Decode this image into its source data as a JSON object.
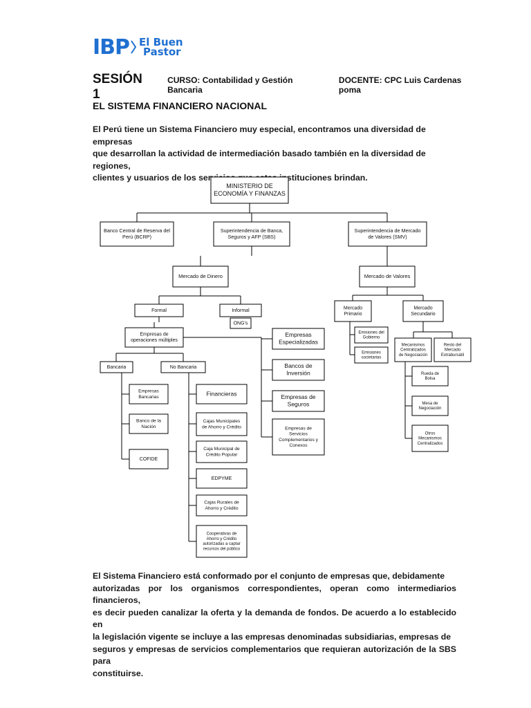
{
  "logo": {
    "brand": "IBP",
    "line1": "El Buen",
    "line2": "Pastor",
    "color": "#1f6fd0"
  },
  "header": {
    "session": "SESIÓN 1",
    "course": "CURSO: Contabilidad y Gestión Bancaria",
    "teacher": "DOCENTE: CPC Luis Cardenas poma"
  },
  "section_title": "EL SISTEMA FINANCIERO NACIONAL",
  "intro_lines": [
    "El Perú tiene un Sistema Financiero muy especial, encontramos una diversidad de empresas",
    "que desarrollan la actividad de intermediación basado también en la diversidad de regiones,",
    "clientes y usuarios de los servicios que estas instituciones brindan."
  ],
  "org": {
    "mef": [
      "MINISTERIO DE",
      "ECONOMÍA Y FINANZAS"
    ],
    "bcrp": [
      "Banco Central de Reserva del",
      "Perú (BCRP)"
    ],
    "sbs": [
      "Superintendencia de Banca,",
      "Seguros y AFP (SBS)"
    ],
    "smv": [
      "Superintendencia de Mercado",
      "de Valores (SMV)"
    ],
    "mercado_dinero": [
      "Mercado de Dinero"
    ],
    "mercado_valores": [
      "Mercado de Valores"
    ],
    "formal": [
      "Formal"
    ],
    "informal": [
      "Informal"
    ],
    "ong": [
      "ONG's"
    ],
    "primario": [
      "Mercado",
      "Primario"
    ],
    "secundario": [
      "Mercado",
      "Secundario"
    ],
    "emisiones_gob": [
      "Emisiones del",
      "Gobierno"
    ],
    "emisiones_soc": [
      "Emisiones",
      "societarias"
    ],
    "mecanismos": [
      "Mecanismos",
      "Centralizados",
      "de Negociación"
    ],
    "resto": [
      "Resto del",
      "Mercado",
      "Extrabursátil"
    ],
    "rueda": [
      "Rueda de",
      "Bolsa"
    ],
    "mesa": [
      "Mesa de",
      "Negociación"
    ],
    "otros_mec": [
      "Otros",
      "Mecanismos",
      "Centralizados"
    ],
    "op_multiples": [
      "Empresas de",
      "operaciones múltiples"
    ],
    "especializadas": [
      "Empresas",
      "Especializadas"
    ],
    "bancaria": [
      "Bancaria"
    ],
    "no_bancaria": [
      "No Bancaria"
    ],
    "emp_bancarias": [
      "Empresas",
      "Bancarias"
    ],
    "banco_nacion": [
      "Banco de la",
      "Nación"
    ],
    "cofide": [
      "COFIDE"
    ],
    "financieras": [
      "Financieras"
    ],
    "cajas_mun": [
      "Cajas Municipales",
      "de Ahorro y Crédito"
    ],
    "caja_mun_pop": [
      "Caja Municipal de",
      "Crédito Popular"
    ],
    "edpyme": [
      "EDPYME"
    ],
    "cajas_rurales": [
      "Cajas Rurales de",
      "Ahorro y Crédito"
    ],
    "cooperativas": [
      "Cooperativas de",
      "Ahorro y Crédito",
      "autorizadas a captar",
      "recursos del público"
    ],
    "bancos_inversion": [
      "Bancos de",
      "Inversión"
    ],
    "emp_seguros": [
      "Empresas de",
      "Seguros"
    ],
    "emp_servicios": [
      "Empresas de",
      "Servicios",
      "Complementarios y",
      "Conexos"
    ]
  },
  "closing_lines": [
    "El Sistema Financiero está conformado por el conjunto de empresas que, debidamente",
    "autorizadas por los organismos correspondientes, operan como intermediarios financieros,",
    "es decir pueden canalizar la oferta y la demanda de fondos. De acuerdo a lo establecido en",
    "la legislación vigente se incluye a las empresas denominadas subsidiarias, empresas de",
    "seguros y empresas de servicios complementarios que requieran autorización de la SBS para",
    "constituirse."
  ]
}
